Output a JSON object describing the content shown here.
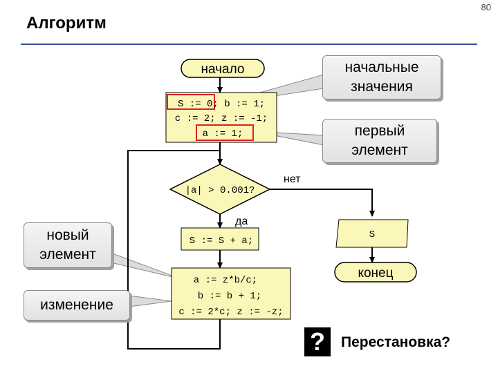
{
  "slide": {
    "title": "Алгоритм",
    "page_number": "80"
  },
  "flowchart": {
    "start": "начало",
    "init_block": {
      "line1": "S := 0; b := 1;",
      "line2": "c := 2; z := -1;",
      "line3": "a := 1;"
    },
    "condition": "|a| > 0.001?",
    "no_label": "нет",
    "yes_label": "да",
    "sum_block": "S := S + a;",
    "update_block": {
      "line1": "a := z*b/c;",
      "line2": "b := b + 1;",
      "line3": "c := 2*c; z := -z;"
    },
    "output": "S",
    "end": "конец"
  },
  "callouts": {
    "initial_values": "начальные\nзначения",
    "first_element": "первый\nэлемент",
    "new_element": "новый\nэлемент",
    "change": "изменение"
  },
  "question": {
    "icon": "?",
    "text": "Перестановка?"
  },
  "colors": {
    "block_fill": "#fbf7b9",
    "highlight": "#e02020",
    "rule": "#3a4fa0"
  }
}
